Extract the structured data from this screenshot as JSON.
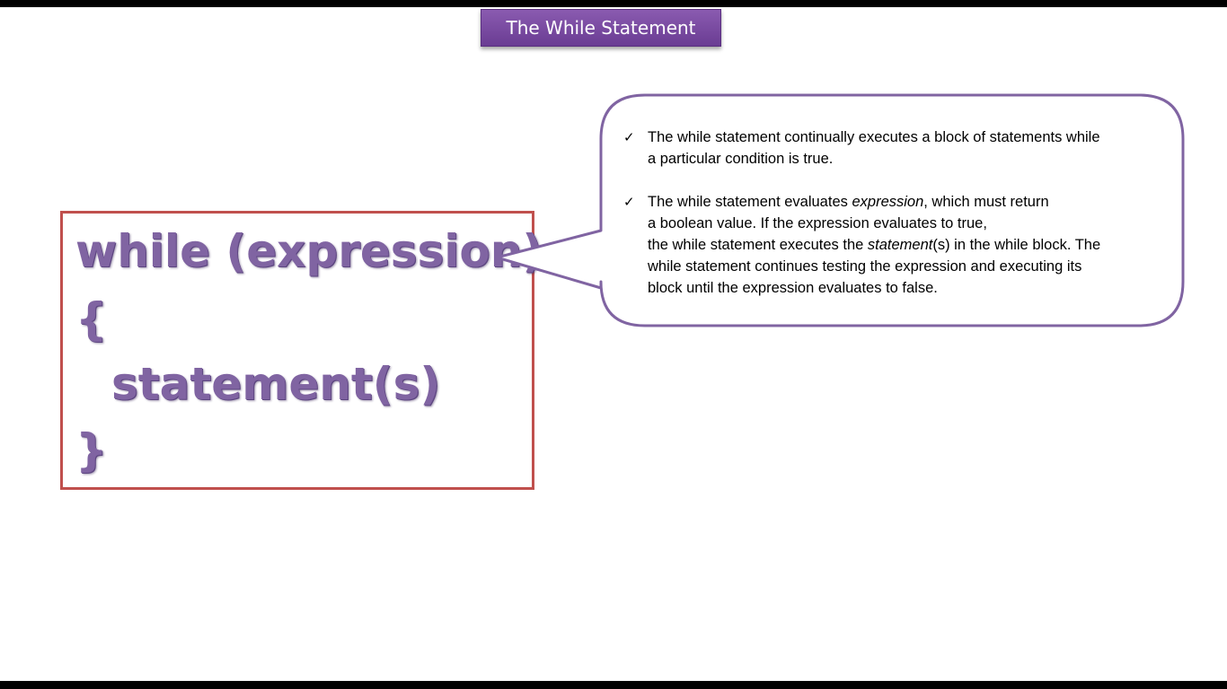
{
  "slide": {
    "title": "The While Statement",
    "code": {
      "line1": "while (expression)",
      "line2": "{",
      "line3": "statement(s)",
      "line4": "}"
    },
    "callout": {
      "bullet1": {
        "line1": "The while statement continually executes a block of statements while",
        "line2": "a particular condition is true."
      },
      "bullet2": {
        "line1_pre": "The while statement evaluates ",
        "line1_em": "expression",
        "line1_post": ", which must return",
        "line2": "a boolean value. If the expression evaluates to true,",
        "line3_pre": "the while statement executes the ",
        "line3_em": "statement",
        "line3_post": "(s) in the while block. The",
        "line4": "while statement continues testing the expression and executing its",
        "line5": "block until the expression evaluates to false."
      },
      "check_icon": "check-mark-icon"
    },
    "colors": {
      "title_bg": "#7b4ea3",
      "code_text": "#8064a2",
      "code_border": "#c0504d",
      "callout_border": "#8064a2"
    }
  }
}
